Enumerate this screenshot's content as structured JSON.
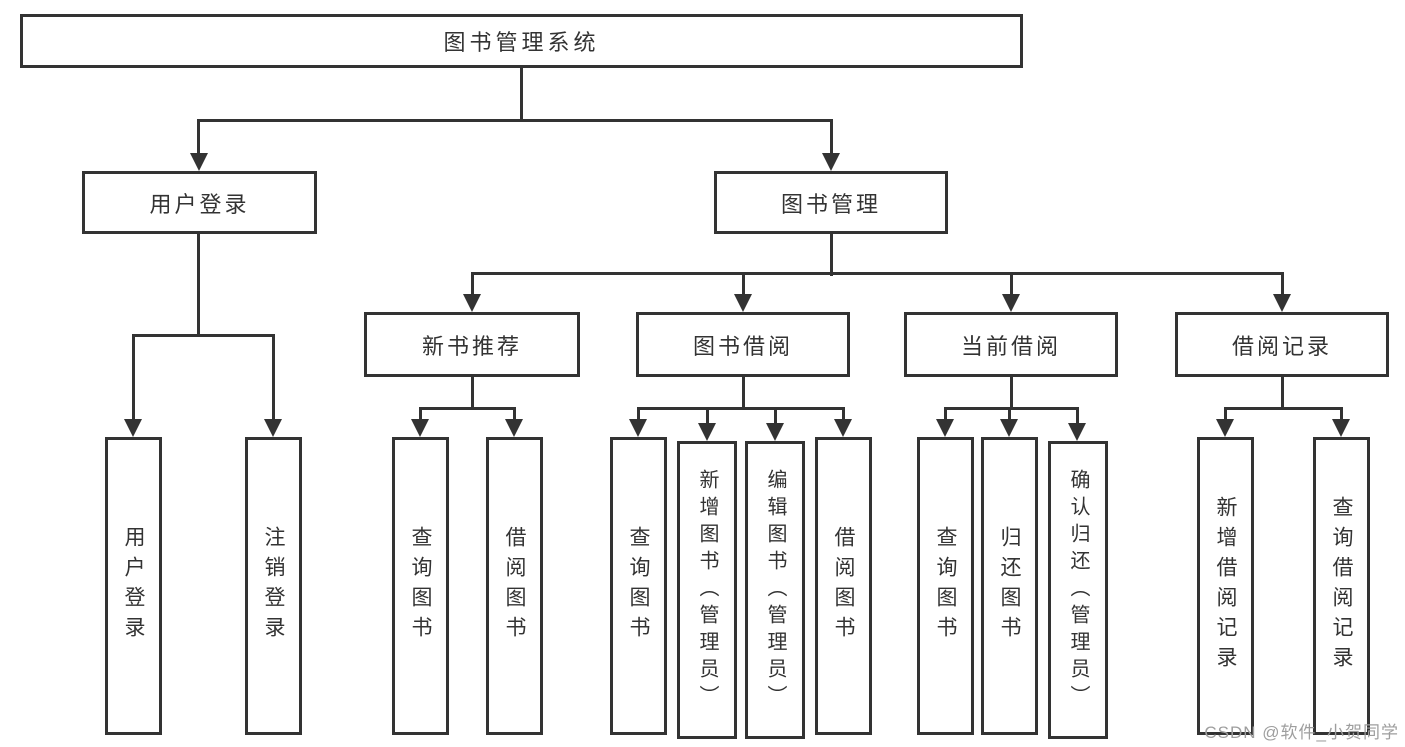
{
  "diagram": {
    "root": "图书管理系统",
    "level2": {
      "login": "用户登录",
      "management": "图书管理"
    },
    "level3": {
      "new_books": "新书推荐",
      "borrowing": "图书借阅",
      "current_borrow": "当前借阅",
      "borrow_records": "借阅记录"
    },
    "leaves": {
      "login": [
        "用户登录",
        "注销登录"
      ],
      "new_books": [
        "查询图书",
        "借阅图书"
      ],
      "borrowing": [
        "查询图书",
        "新增图书（管理员）",
        "编辑图书（管理员）",
        "借阅图书"
      ],
      "current_borrow": [
        "查询图书",
        "归还图书",
        "确认归还（管理员）"
      ],
      "borrow_records": [
        "新增借阅记录",
        "查询借阅记录"
      ]
    }
  },
  "watermark": "CSDN @软件_小贺同学",
  "colors": {
    "line": "#333333",
    "box_bg": "#ffffff",
    "watermark": "#9e9e9e"
  }
}
